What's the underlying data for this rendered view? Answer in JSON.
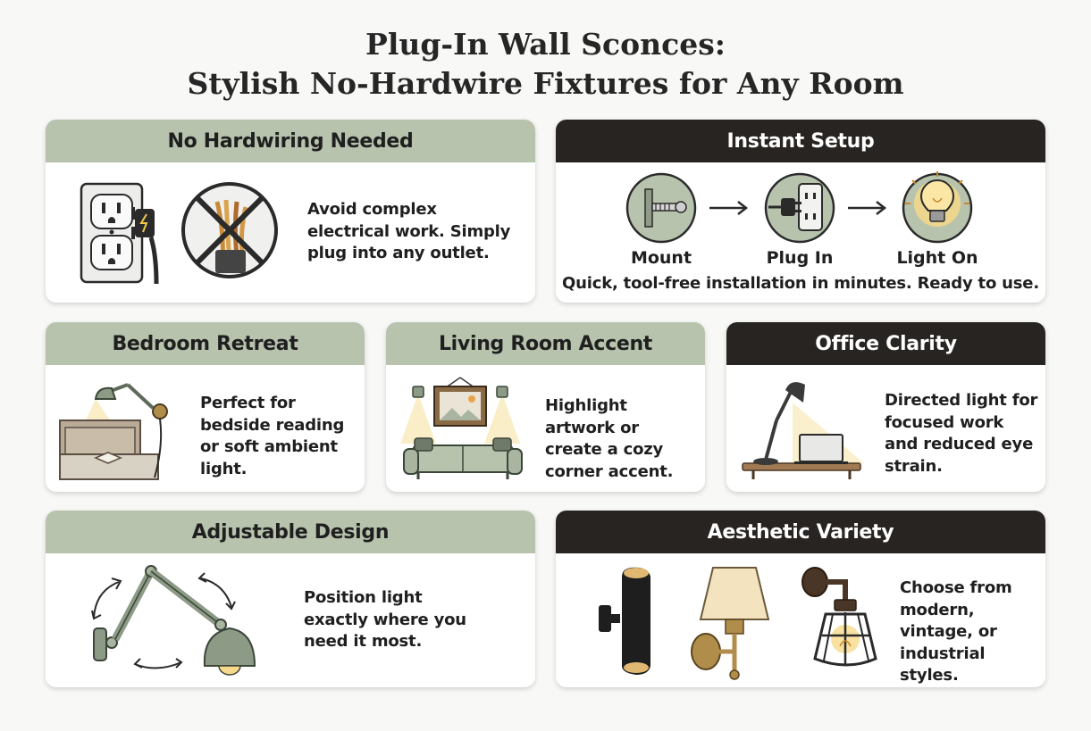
{
  "title": {
    "line1": "Plug-In Wall Sconces:",
    "line2": "Stylish No-Hardwire Fixtures for Any Room"
  },
  "cards": {
    "no_hardwiring": {
      "heading": "No Hardwiring Needed",
      "text": "Avoid complex electrical work. Simply plug into any outlet."
    },
    "instant_setup": {
      "heading": "Instant Setup",
      "steps": [
        "Mount",
        "Plug In",
        "Light On"
      ],
      "caption": "Quick, tool-free installation in minutes. Ready to use."
    },
    "bedroom": {
      "heading": "Bedroom Retreat",
      "text": "Perfect for bedside reading or soft ambient light."
    },
    "living_room": {
      "heading": "Living Room Accent",
      "text": "Highlight artwork or create a cozy corner accent."
    },
    "office": {
      "heading": "Office Clarity",
      "text": "Directed light for focused work and reduced eye strain."
    },
    "adjustable": {
      "heading": "Adjustable Design",
      "text": "Position light exactly where you need it most."
    },
    "aesthetic": {
      "heading": "Aesthetic Variety",
      "text": "Choose from modern, vintage, or industrial styles."
    }
  },
  "colors": {
    "sage_header": "#b7c3ad",
    "dark_header": "#272421",
    "card_background": "#ffffff",
    "page_background": "#f8f8f6",
    "accent_sage": "#a9b5a0",
    "warm_glow": "#f6d98a",
    "brass": "#b08d4a"
  },
  "icons": [
    "wall-outlet-icon",
    "plug-cord-icon",
    "no-hardwire-icon",
    "mount-screw-icon",
    "plug-in-icon",
    "light-bulb-icon",
    "arrow-right-icon",
    "bedroom-sconce-icon",
    "living-room-sconce-icon",
    "desk-lamp-icon",
    "adjustable-arm-icon",
    "modern-sconce-icon",
    "vintage-sconce-icon",
    "industrial-sconce-icon"
  ]
}
